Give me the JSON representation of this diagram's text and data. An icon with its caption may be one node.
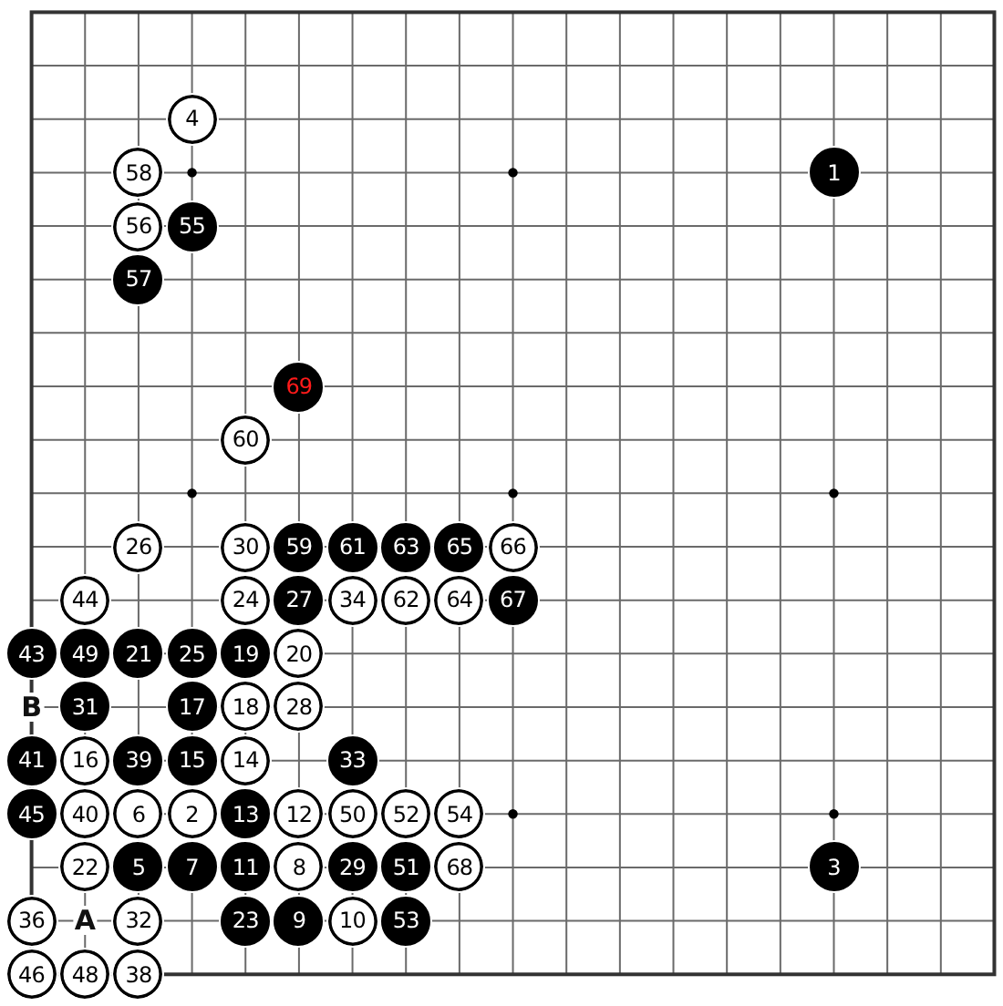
{
  "diagram": {
    "nodes": [
      {
        "text": [
          "4"
        ]
      },
      {
        "text": [
          "58"
        ]
      },
      {
        "text": [
          "1"
        ]
      },
      {
        "text": [
          "56"
        ]
      },
      {
        "text": [
          "55"
        ]
      },
      {
        "text": [
          "57"
        ]
      },
      {
        "text": [
          "69"
        ]
      },
      {
        "text": [
          "60"
        ]
      },
      {
        "text": [
          "26"
        ]
      },
      {
        "text": [
          "30"
        ]
      },
      {
        "text": [
          "59"
        ]
      },
      {
        "text": [
          "61"
        ]
      },
      {
        "text": [
          "63"
        ]
      },
      {
        "text": [
          "65"
        ]
      },
      {
        "text": [
          "66"
        ]
      },
      {
        "text": [
          "44"
        ]
      },
      {
        "text": [
          "24"
        ]
      },
      {
        "text": [
          "27"
        ]
      },
      {
        "text": [
          "34"
        ]
      },
      {
        "text": [
          "62"
        ]
      },
      {
        "text": [
          "64"
        ]
      },
      {
        "text": [
          "67"
        ]
      },
      {
        "text": [
          "43"
        ]
      },
      {
        "text": [
          "49"
        ]
      },
      {
        "text": [
          "21"
        ]
      },
      {
        "text": [
          "25"
        ]
      },
      {
        "text": [
          "19"
        ]
      },
      {
        "text": [
          "20"
        ]
      },
      {
        "text": [
          "31"
        ]
      },
      {
        "text": [
          "17"
        ]
      },
      {
        "text": [
          "18"
        ]
      },
      {
        "text": [
          "28"
        ]
      },
      {
        "text": [
          "41"
        ]
      },
      {
        "text": [
          "16"
        ]
      },
      {
        "text": [
          "39"
        ]
      },
      {
        "text": [
          "15"
        ]
      },
      {
        "text": [
          "14"
        ]
      },
      {
        "text": [
          "33"
        ]
      },
      {
        "text": [
          "45"
        ]
      },
      {
        "text": [
          "40"
        ]
      },
      {
        "text": [
          "6"
        ]
      },
      {
        "text": [
          "2"
        ]
      },
      {
        "text": [
          "13"
        ]
      },
      {
        "text": [
          "12"
        ]
      },
      {
        "text": [
          "50"
        ]
      },
      {
        "text": [
          "52"
        ]
      },
      {
        "text": [
          "54"
        ]
      },
      {
        "text": [
          "22"
        ]
      },
      {
        "text": [
          "5"
        ]
      },
      {
        "text": [
          "7"
        ]
      },
      {
        "text": [
          "11"
        ]
      },
      {
        "text": [
          "8"
        ]
      },
      {
        "text": [
          "29"
        ]
      },
      {
        "text": [
          "51"
        ]
      },
      {
        "text": [
          "68"
        ]
      },
      {
        "text": [
          "3"
        ]
      },
      {
        "text": [
          "36"
        ]
      },
      {
        "text": [
          "32"
        ]
      },
      {
        "text": [
          "23"
        ]
      },
      {
        "text": [
          "9"
        ]
      },
      {
        "text": [
          "10"
        ]
      },
      {
        "text": [
          "53"
        ]
      },
      {
        "text": [
          "46"
        ]
      },
      {
        "text": [
          "48"
        ]
      },
      {
        "text": [
          "38"
        ]
      }
    ],
    "labels": [
      "B",
      "A"
    ]
  }
}
